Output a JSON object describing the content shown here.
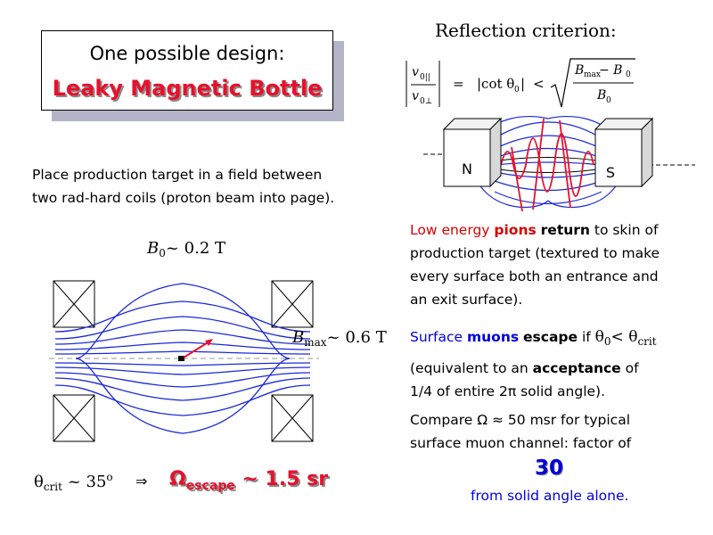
{
  "design_box": {
    "line1": "One possible design:",
    "line2": "Leaky Magnetic Bottle"
  },
  "reflection": {
    "title": "Reflection criterion:",
    "formula": {
      "lhs_num": "v",
      "lhs_num_sub": "0||",
      "lhs_den": "v",
      "lhs_den_sub": "0⊥",
      "eq": "=",
      "mid": "|cot θ",
      "mid_sub": "0",
      "mid_end": "|",
      "lt": "<",
      "rhs_num": "B",
      "rhs_num_sub": "max",
      "rhs_minus": " − B",
      "rhs_minus_sub": "0",
      "rhs_den": "B",
      "rhs_den_sub": "0"
    }
  },
  "magnet_figure": {
    "north_label": "N",
    "south_label": "S"
  },
  "placement_text": {
    "line1": "Place production target in a field between",
    "line2": "two rad-hard coils (proton beam into page)."
  },
  "field_labels": {
    "b0_symbol": "B",
    "b0_sub": "0",
    "b0_value": "~ 0.2 T",
    "bmax_symbol": "B",
    "bmax_sub": "max",
    "bmax_value": "~ 0.6 T"
  },
  "pions_text": {
    "p1": "Low energy ",
    "pions": "pions",
    "p2": " ",
    "return": "return",
    "p3": " to skin of",
    "line2": "production target (textured to make",
    "line3": "every surface both an entrance and",
    "line4": "an exit surface)."
  },
  "muons_text": {
    "p1": "Surface ",
    "muons": "muons",
    "p2": " ",
    "escape": "escape",
    "p3": " if ",
    "theta0": "θ",
    "theta0_sub": "0",
    "lt": "< ",
    "theta_crit": "θ",
    "theta_crit_sub": "crit",
    "line2a": "(equivalent to an ",
    "acceptance": "acceptance",
    "line2b": " of",
    "line3": "1/4 of entire 2π solid angle)."
  },
  "compare_text": {
    "line1": "Compare  Ω  ≈ 50 msr for typical",
    "line2": "surface muon channel:   factor of",
    "factor": "30",
    "tail": "from solid angle alone."
  },
  "bottom_formula": {
    "theta": "θ",
    "theta_sub": "crit",
    "approx": " ~ 35",
    "deg": "o",
    "implies": "⇒",
    "omega": "Ω",
    "omega_sub": "escape",
    "value": " ~ 1.5 sr"
  }
}
